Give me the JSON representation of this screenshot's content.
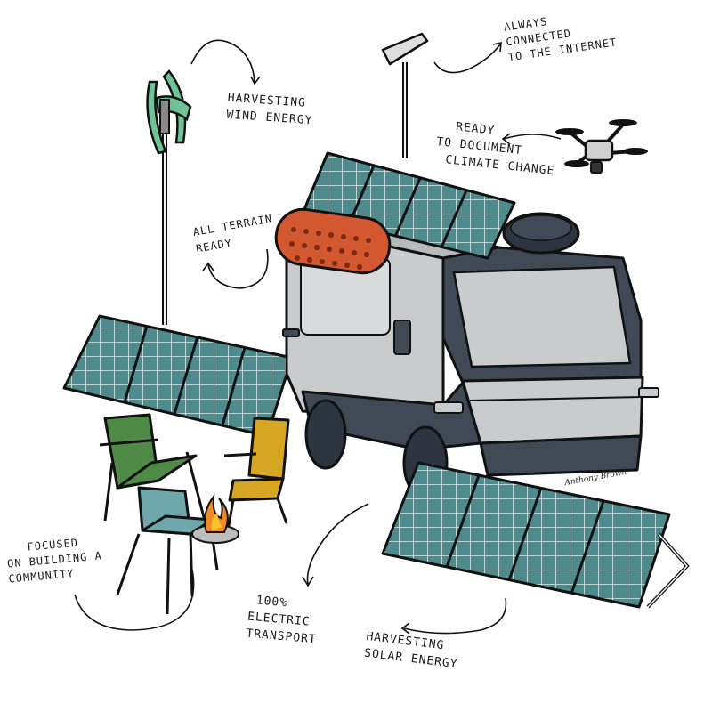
{
  "annotations": {
    "wind": [
      "Harvesting",
      "Wind energy"
    ],
    "internet": [
      "Always",
      "connected",
      "to the internet"
    ],
    "climate": [
      "Ready",
      "to document",
      "climate change"
    ],
    "terrain": [
      "All terrain",
      "Ready"
    ],
    "community": [
      "Focused",
      "on building a",
      "community"
    ],
    "electric": [
      "100%",
      "Electric",
      "transport"
    ],
    "solar": [
      "Harvesting",
      "Solar energy"
    ]
  },
  "signature": "Anthony Brown",
  "colors": {
    "panel": "#4f8b8d",
    "panel_grid": "#d9ecea",
    "van_body": "#c9cbcc",
    "van_dark": "#3f4a56",
    "turbine": "#6ec497",
    "traction_boards": "#d4582f",
    "chair_green": "#4f8a47",
    "chair_yellow": "#d7a724",
    "chair_teal": "#6fa8aa",
    "fire": "#f08a24"
  }
}
